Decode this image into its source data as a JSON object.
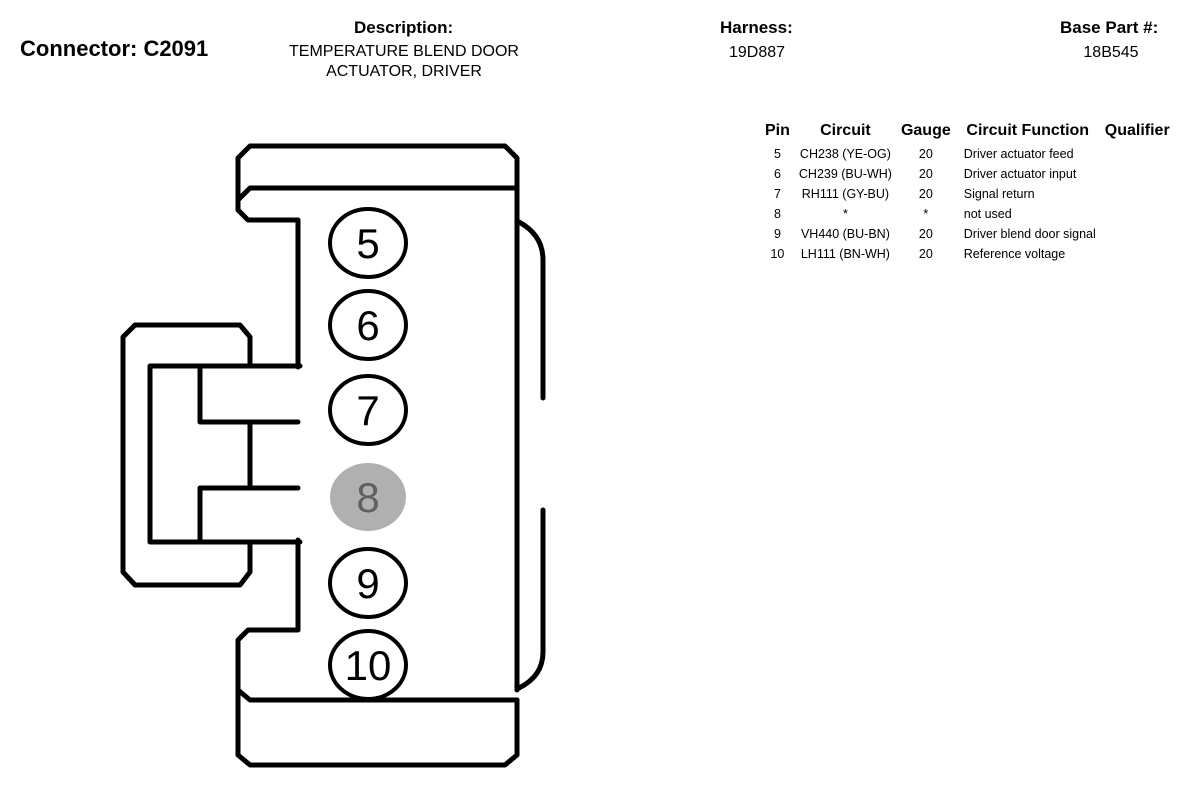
{
  "header": {
    "connector_title": "Connector: C2091",
    "description_label": "Description:",
    "description_line1": "TEMPERATURE BLEND DOOR",
    "description_line2": "ACTUATOR, DRIVER",
    "harness_label": "Harness:",
    "harness_value": "19D887",
    "base_part_label": "Base Part #:",
    "base_part_value": "18B545"
  },
  "table": {
    "headers": [
      "Pin",
      "Circuit",
      "Gauge",
      "Circuit Function",
      "Qualifier"
    ],
    "rows": [
      {
        "pin": "5",
        "circuit": "CH238 (YE-OG)",
        "gauge": "20",
        "function": "Driver actuator feed",
        "qualifier": ""
      },
      {
        "pin": "6",
        "circuit": "CH239 (BU-WH)",
        "gauge": "20",
        "function": "Driver actuator input",
        "qualifier": ""
      },
      {
        "pin": "7",
        "circuit": "RH111 (GY-BU)",
        "gauge": "20",
        "function": "Signal return",
        "qualifier": ""
      },
      {
        "pin": "8",
        "circuit": "*",
        "gauge": "*",
        "function": "not used",
        "qualifier": ""
      },
      {
        "pin": "9",
        "circuit": "VH440 (BU-BN)",
        "gauge": "20",
        "function": "Driver blend door signal",
        "qualifier": ""
      },
      {
        "pin": "10",
        "circuit": "LH111 (BN-WH)",
        "gauge": "20",
        "function": "Reference voltage",
        "qualifier": ""
      }
    ]
  },
  "diagram": {
    "pins": [
      {
        "label": "5",
        "used": true
      },
      {
        "label": "6",
        "used": true
      },
      {
        "label": "7",
        "used": true
      },
      {
        "label": "8",
        "used": false
      },
      {
        "label": "9",
        "used": true
      },
      {
        "label": "10",
        "used": true
      }
    ],
    "colors": {
      "outline": "#000000",
      "unused_pin_fill": "#b0b0b0",
      "unused_pin_text": "#606060"
    }
  }
}
